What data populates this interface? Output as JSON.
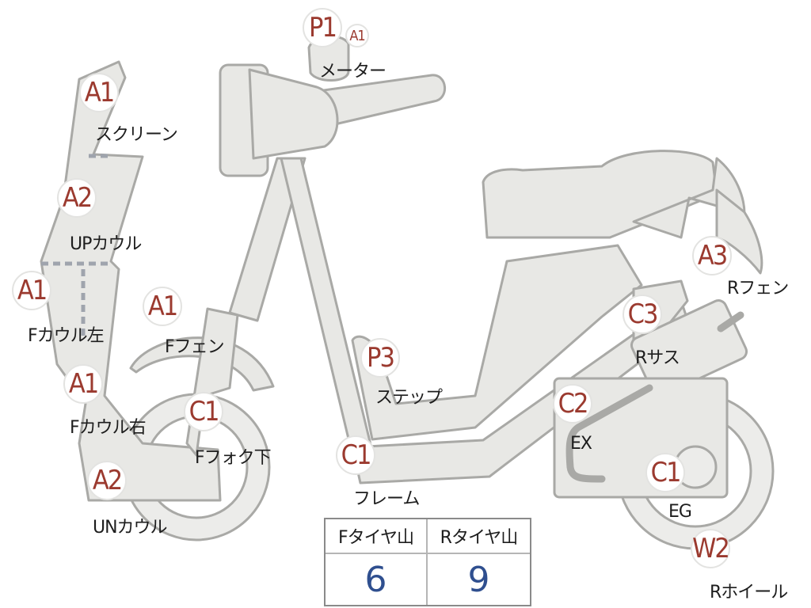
{
  "parts": [
    {
      "id": "screen",
      "code": "A1",
      "label": "スクリーン"
    },
    {
      "id": "up-cowl",
      "code": "A2",
      "label": "UPカウル"
    },
    {
      "id": "f-cowl-left",
      "code": "A1",
      "label": "Fカウル左"
    },
    {
      "id": "f-cowl-right",
      "code": "A1",
      "label": "Fカウル右"
    },
    {
      "id": "un-cowl",
      "code": "A2",
      "label": "UNカウル"
    },
    {
      "id": "f-fender",
      "code": "A1",
      "label": "Fフェン"
    },
    {
      "id": "f-fork-lower",
      "code": "C1",
      "label": "Fフォク下"
    },
    {
      "id": "meter",
      "code": "P1",
      "code2": "A1",
      "label": "メーター"
    },
    {
      "id": "step",
      "code": "P3",
      "label": "ステップ"
    },
    {
      "id": "frame",
      "code": "C1",
      "label": "フレーム"
    },
    {
      "id": "exhaust",
      "code": "C2",
      "label": "EX"
    },
    {
      "id": "r-suspension",
      "code": "C3",
      "label": "Rサス"
    },
    {
      "id": "r-fender",
      "code": "A3",
      "label": "Rフェン"
    },
    {
      "id": "engine",
      "code": "C1",
      "label": "EG"
    },
    {
      "id": "r-wheel",
      "code": "W2",
      "label": "Rホイール"
    }
  ],
  "tread_table": {
    "headers": [
      "Fタイヤ山",
      "Rタイヤ山"
    ],
    "values": [
      "6",
      "9"
    ]
  },
  "colors": {
    "badge_text": "#9b3a2f",
    "part_fill": "#e8e8e5",
    "part_stroke": "#a9a9a6",
    "table_value": "#2f4f8f"
  }
}
